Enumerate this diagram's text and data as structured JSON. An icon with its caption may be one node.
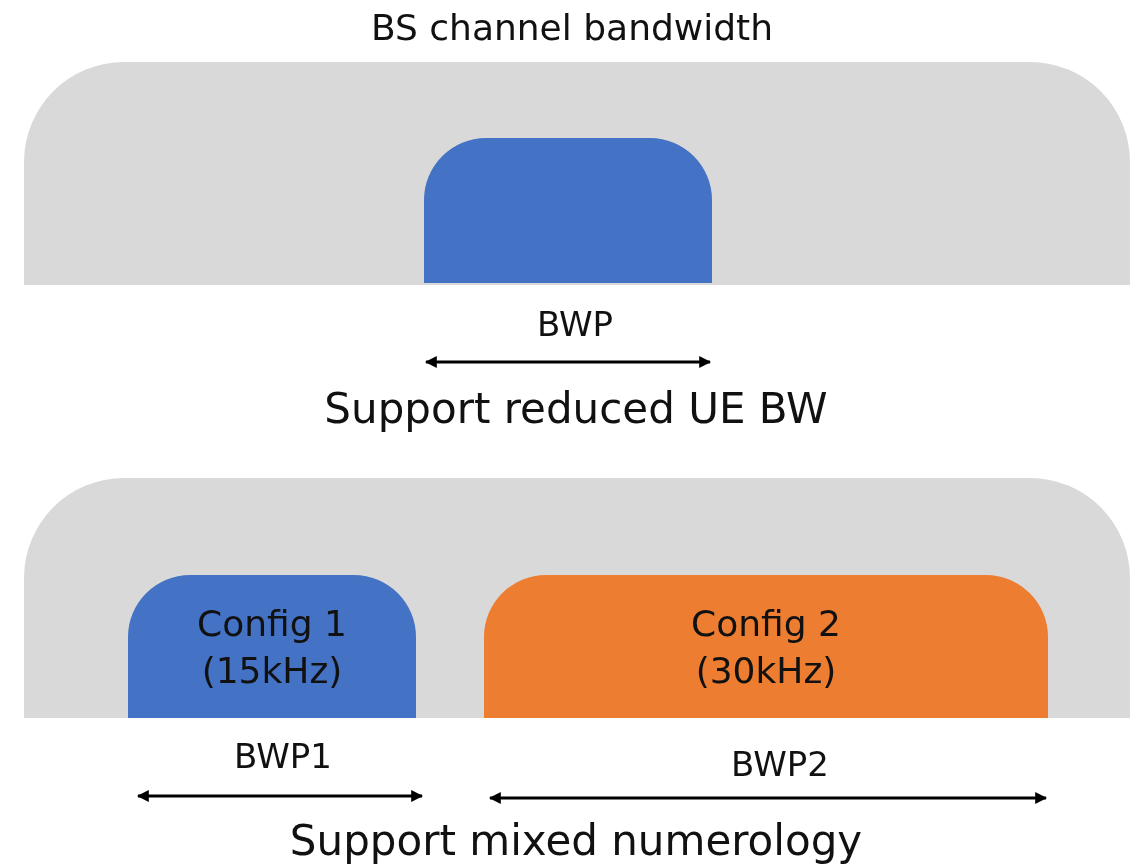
{
  "diagram": {
    "nodes": [
      {
        "text": [
          "BS channel bandwidth"
        ]
      },
      {
        "text": [],
        "shape": "box",
        "in": 0
      },
      {
        "text": [],
        "shape": "box"
      },
      {
        "text": [
          "Config 1 (15kHz)"
        ],
        "in": 2
      },
      {
        "text": [
          "Config 2 (30kHz)"
        ],
        "in": 2
      }
    ],
    "labels": [
      "BWP",
      "Support reduced UE BW",
      "BWP1",
      "BWP2",
      "Support mixed numerology"
    ]
  }
}
